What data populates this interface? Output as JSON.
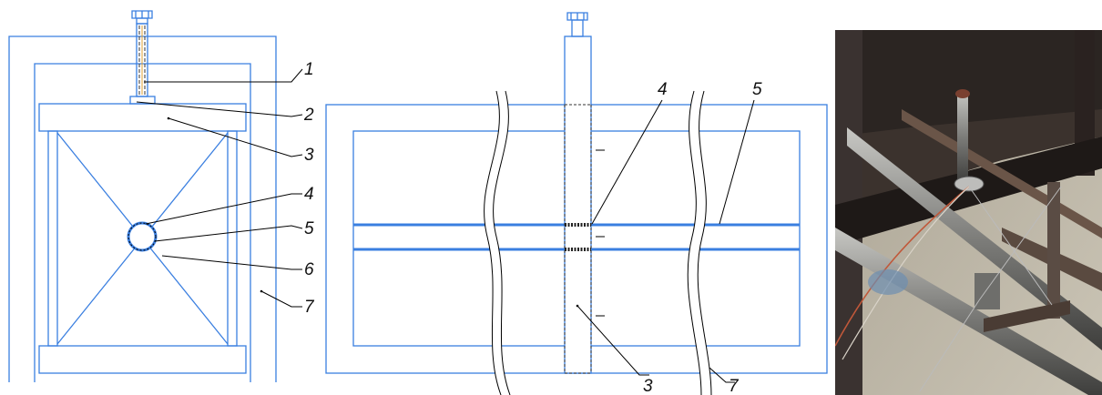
{
  "side_view": {
    "labels": [
      "1",
      "2",
      "3",
      "4",
      "5",
      "6",
      "7"
    ]
  },
  "front_view": {
    "labels": [
      "4",
      "5",
      "3",
      "7"
    ]
  },
  "photo": {
    "colors": {
      "frame": "#2b2522",
      "floor": "#b8b0a0",
      "rod": "#8a8a88",
      "wire": "#c0583a"
    }
  },
  "colors": {
    "line": "#3a7fe0",
    "leader": "#000000",
    "label": "#111111"
  }
}
